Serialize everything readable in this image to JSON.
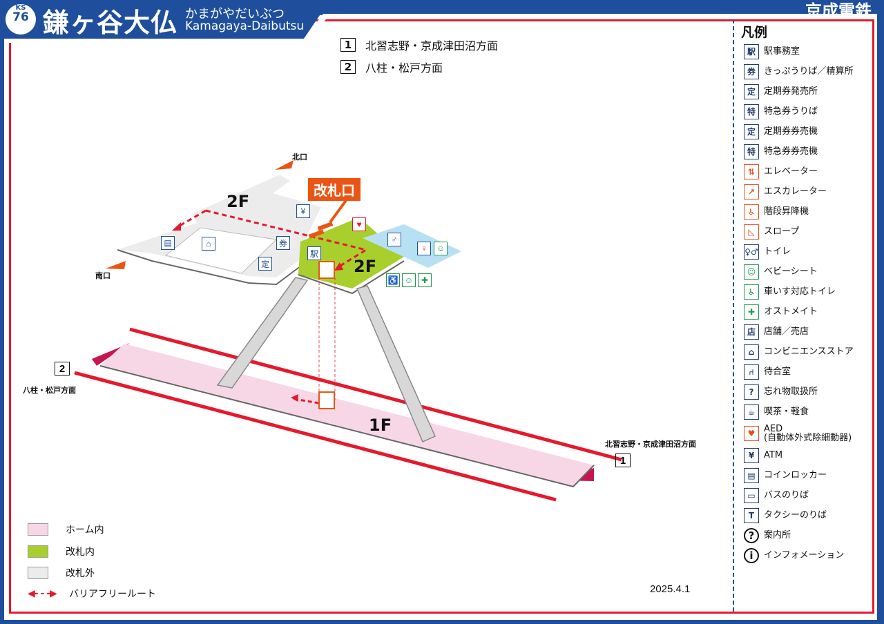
{
  "header": {
    "line_code": "KS",
    "station_number": "76",
    "station_name": "鎌ヶ谷大仏",
    "station_kana": "かまがやだいぶつ",
    "station_romaji": "Kamagaya-Daibutsu",
    "company": "京成電鉄"
  },
  "directions": {
    "d1": {
      "number": "1",
      "label": "北習志野・京成津田沼方面"
    },
    "d2": {
      "number": "2",
      "label": "八柱・松戸方面"
    }
  },
  "map": {
    "north_exit": "北口",
    "south_exit": "南口",
    "gate": "改札口",
    "floor_2f_left": "2F",
    "floor_2f_right": "2F",
    "floor_1f": "1F",
    "platform_1_label": "北習志野・京成津田沼方面",
    "platform_2_label": "八柱・松戸方面",
    "platform_1_num": "1",
    "platform_2_num": "2"
  },
  "key": {
    "platform": "ホーム内",
    "inside_gate": "改札内",
    "outside_gate": "改札外",
    "barrier_free": "バリアフリールート"
  },
  "date": "2025.4.1",
  "legend": {
    "title": "凡例",
    "items": [
      {
        "name": "駅事務室",
        "icon": "station-office-icon",
        "glyph": "駅",
        "style": "navy"
      },
      {
        "name": "きっぷうりば／精算所",
        "icon": "ticket-office-icon",
        "glyph": "券",
        "style": "navy"
      },
      {
        "name": "定期券発売所",
        "icon": "commuter-pass-office-icon",
        "glyph": "定",
        "style": "navy"
      },
      {
        "name": "特急券うりば",
        "icon": "limited-express-ticket-icon",
        "glyph": "特",
        "style": "navy"
      },
      {
        "name": "定期券券売機",
        "icon": "commuter-pass-machine-icon",
        "glyph": "定",
        "style": "navy"
      },
      {
        "name": "特急券券売機",
        "icon": "limited-express-machine-icon",
        "glyph": "特",
        "style": "navy"
      },
      {
        "name": "エレベーター",
        "icon": "elevator-icon",
        "glyph": "⇅",
        "style": "orange"
      },
      {
        "name": "エスカレーター",
        "icon": "escalator-icon",
        "glyph": "↗",
        "style": "orange"
      },
      {
        "name": "階段昇降機",
        "icon": "stair-lift-icon",
        "glyph": "♿",
        "style": "orange"
      },
      {
        "name": "スロープ",
        "icon": "slope-icon",
        "glyph": "◺",
        "style": "orange"
      },
      {
        "name": "トイレ",
        "icon": "toilet-icon",
        "glyph": "♀♂",
        "style": "navy"
      },
      {
        "name": "ベビーシート",
        "icon": "baby-seat-icon",
        "glyph": "☺",
        "style": "green"
      },
      {
        "name": "車いす対応トイレ",
        "icon": "wheelchair-toilet-icon",
        "glyph": "♿",
        "style": "green"
      },
      {
        "name": "オストメイト",
        "icon": "ostomate-icon",
        "glyph": "✚",
        "style": "green"
      },
      {
        "name": "店舗／売店",
        "icon": "shop-icon",
        "glyph": "店",
        "style": "navy"
      },
      {
        "name": "コンビニエンスストア",
        "icon": "convenience-store-icon",
        "glyph": "⌂",
        "style": "navy"
      },
      {
        "name": "待合室",
        "icon": "waiting-room-icon",
        "glyph": "⑁",
        "style": "navy"
      },
      {
        "name": "忘れ物取扱所",
        "icon": "lost-and-found-icon",
        "glyph": "?",
        "style": "navy"
      },
      {
        "name": "喫茶・軽食",
        "icon": "cafe-icon",
        "glyph": "☕",
        "style": "navy"
      },
      {
        "name": "AED",
        "name2": "(自動体外式除細動器)",
        "icon": "aed-icon",
        "glyph": "♥",
        "style": "orange",
        "tall": true
      },
      {
        "name": "ATM",
        "icon": "atm-icon",
        "glyph": "¥",
        "style": "navy"
      },
      {
        "name": "コインロッカー",
        "icon": "coin-locker-icon",
        "glyph": "▤",
        "style": "navy"
      },
      {
        "name": "バスのりば",
        "icon": "bus-stop-icon",
        "glyph": "▭",
        "style": "navy"
      },
      {
        "name": "タクシーのりば",
        "icon": "taxi-stand-icon",
        "glyph": "T",
        "style": "navy"
      },
      {
        "name": "案内所",
        "icon": "information-desk-icon",
        "glyph": "?",
        "style": "circle"
      },
      {
        "name": "インフォメーション",
        "icon": "information-icon",
        "glyph": "i",
        "style": "circle"
      }
    ]
  },
  "colors": {
    "navy": "#1f4f9c",
    "red": "#e5192d",
    "orange": "#ea5514",
    "platform_pink": "#f7d7e6",
    "inside_green": "#a8cf2c",
    "outside_gray": "#ececec",
    "toilet_blue": "#b7e0f2"
  }
}
